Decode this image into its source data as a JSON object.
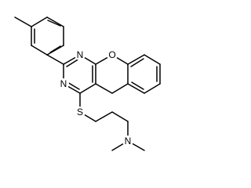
{
  "structure": {
    "atoms": {
      "ring_nitrogen_top": "N",
      "ring_nitrogen_bottom": "N",
      "ring_oxygen": "O",
      "thioether_sulfur": "S",
      "amine_nitrogen": "N"
    }
  },
  "colors": {
    "background": "#ffffff",
    "bonds": "#000000",
    "labels": "#000000"
  }
}
